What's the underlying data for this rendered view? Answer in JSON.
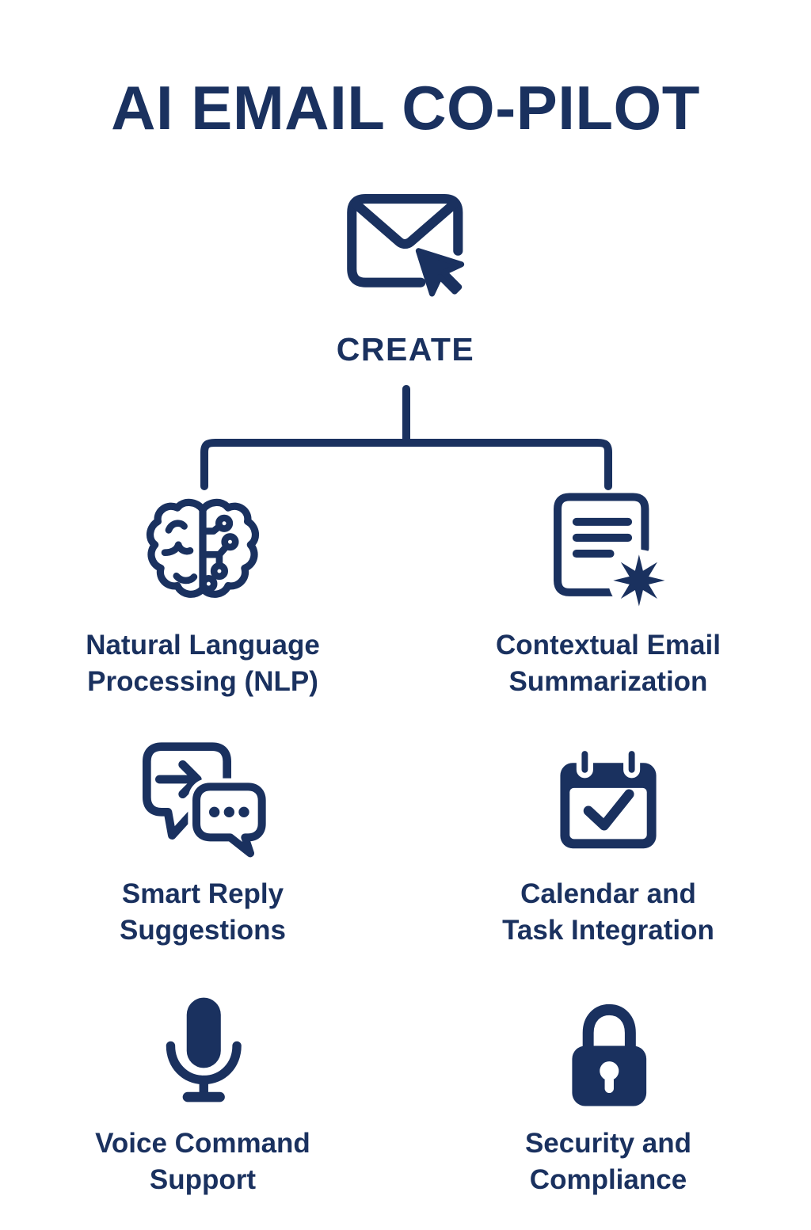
{
  "title": "AI EMAIL CO-PILOT",
  "colors": {
    "navy": "#1A315F",
    "background": "#FFFFFF"
  },
  "root": {
    "icon": "email-compose-cursor-icon",
    "label": "CREATE"
  },
  "features": [
    {
      "icon": "brain-circuit-icon",
      "line1": "Natural Language",
      "line2": "Processing (NLP)"
    },
    {
      "icon": "document-sparkle-icon",
      "line1": "Contextual Email",
      "line2": "Summarization"
    },
    {
      "icon": "chat-reply-icon",
      "line1": "Smart Reply",
      "line2": "Suggestions"
    },
    {
      "icon": "calendar-check-icon",
      "line1": "Calendar and",
      "line2": "Task Integration"
    },
    {
      "icon": "microphone-icon",
      "line1": "Voice Command",
      "line2": "Support"
    },
    {
      "icon": "lock-icon",
      "line1": "Security and",
      "line2": "Compliance"
    }
  ]
}
